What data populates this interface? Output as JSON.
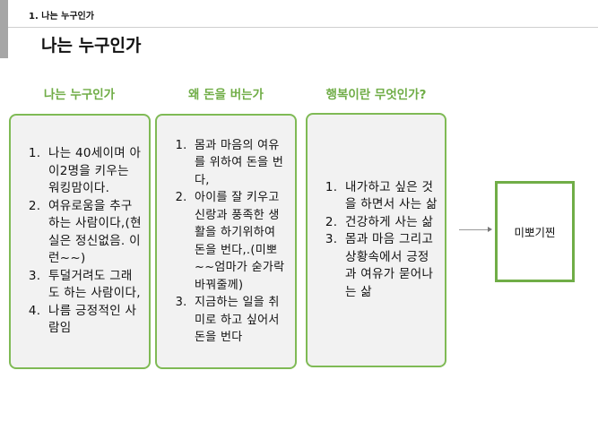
{
  "header": {
    "section_label": "1. 나는 누구인가",
    "title": "나는 누구인가"
  },
  "columns": [
    {
      "heading": "나는 누구인가",
      "items": [
        "나는 40세이며 아이2명을 키우는 워킹맘이다.",
        "여유로움을 추구하는 사람이다,(현실은 정신없음. 이런~~)",
        "투덜거려도 그래도 하는 사람이다,",
        "나름 긍정적인 사람임"
      ]
    },
    {
      "heading": "왜 돈을 버는가",
      "items": [
        "몸과 마음의 여유를 위하여 돈을 번다,",
        "아이를 잘 키우고 신랑과 풍족한 생활을 하기위하여 돈을 번다,.(미뽀~~엄마가 숟가락 바꿔줄께)",
        "지금하는 일을 취미로 하고 싶어서 돈을 번다"
      ]
    },
    {
      "heading": "행복이란 무엇인가?",
      "items": [
        "내가하고 싶은 것을 하면서 사는 삶",
        "건강하게 사는 삶",
        "몸과 마음 그리고 상황속에서 긍정과 여유가 묻어나는 삶"
      ]
    }
  ],
  "result": {
    "label": "미뽀기찐"
  },
  "colors": {
    "accent": "#70ad47",
    "box_fill": "#f2f2f2"
  }
}
